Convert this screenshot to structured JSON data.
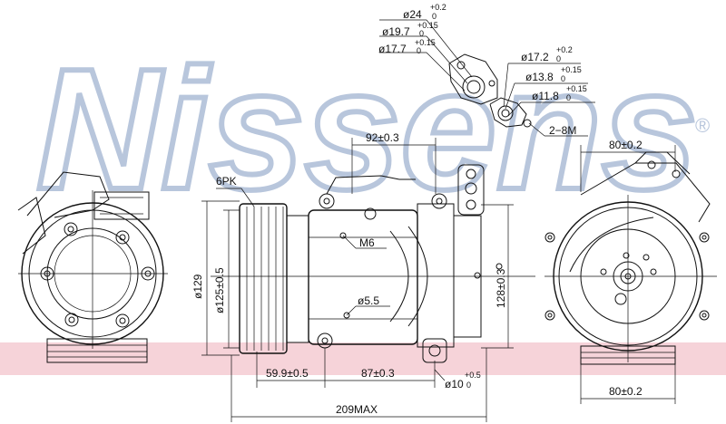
{
  "watermark": {
    "text": "Nissens",
    "registered": "®",
    "color": "#b8c6dc",
    "band_color": "#f6d3d9"
  },
  "dims": {
    "d24": {
      "value": "ø24",
      "tol_up": "+0.2",
      "tol_dn": "0"
    },
    "d19_7": {
      "value": "ø19.7",
      "tol_up": "+0.15",
      "tol_dn": "0"
    },
    "d17_7": {
      "value": "ø17.7",
      "tol_up": "+0.15",
      "tol_dn": "0"
    },
    "d17_2": {
      "value": "ø17.2",
      "tol_up": "+0.2",
      "tol_dn": "0"
    },
    "d13_8": {
      "value": "ø13.8",
      "tol_up": "+0.15",
      "tol_dn": "0"
    },
    "d11_8": {
      "value": "ø11.8",
      "tol_up": "+0.15",
      "tol_dn": "0"
    },
    "threads": "2−8M",
    "w92": "92±0.3",
    "pulley": "6PK",
    "m6": "M6",
    "d129": "ø129",
    "d125": "ø125±0.5",
    "d5_5": "ø5.5",
    "h128": "128±0.3",
    "w59_9": "59.9±0.5",
    "w87": "87±0.3",
    "d10": {
      "value": "ø10",
      "tol_up": "+0.5",
      "tol_dn": "0"
    },
    "w209": "209MAX",
    "w80_top": "80±0.2",
    "w80_bot": "80±0.2"
  }
}
